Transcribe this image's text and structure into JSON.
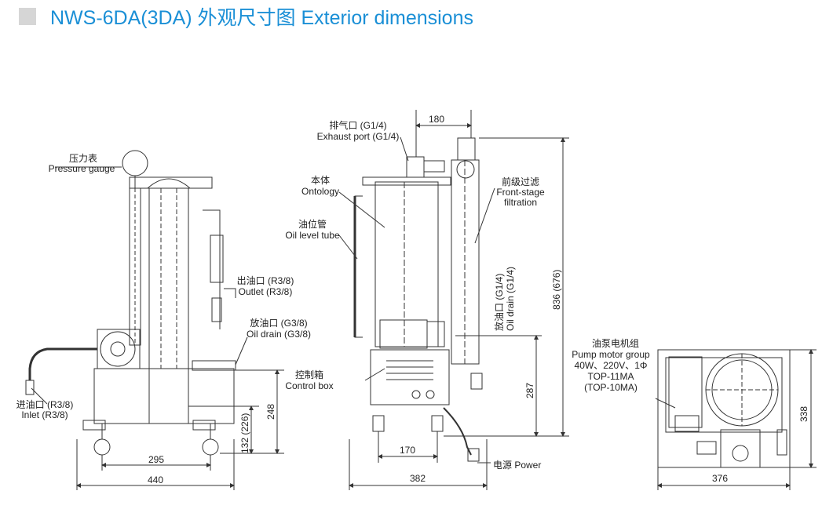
{
  "header": {
    "title": "NWS-6DA(3DA) 外观尺寸图 Exterior dimensions"
  },
  "labels": {
    "pressure_gauge_cn": "压力表",
    "pressure_gauge_en": "Pressure gauge",
    "outlet_cn": "出油口 (R3/8)",
    "outlet_en": "Outlet (R3/8)",
    "oil_drain_cn": "放油口 (G3/8)",
    "oil_drain_en": "Oil drain (G3/8)",
    "inlet_cn": "进油口 (R3/8)",
    "inlet_en": "Inlet (R3/8)",
    "exhaust_cn": "排气口 (G1/4)",
    "exhaust_en": "Exhaust port (G1/4)",
    "ontology_cn": "本体",
    "ontology_en": "Ontology",
    "oil_level_cn": "油位管",
    "oil_level_en": "Oil level tube",
    "control_box_cn": "控制箱",
    "control_box_en": "Control box",
    "front_stage_cn": "前级过滤",
    "front_stage_en1": "Front-stage",
    "front_stage_en2": "filtration",
    "drain_g14_cn": "放油口 (G1/4)",
    "drain_g14_en": "Oil drain (G1/4)",
    "power": "电源 Power",
    "pump_cn": "油泵电机组",
    "pump_en": "Pump motor group",
    "pump_spec": "40W、220V、1Φ",
    "pump_model1": "TOP-11MA",
    "pump_model2": "(TOP-10MA)"
  },
  "dimensions": {
    "d295": "295",
    "d440": "440",
    "d132": "132 (226)",
    "d248": "248",
    "d180": "180",
    "d836": "836 (676)",
    "d287": "287",
    "d170": "170",
    "d382": "382",
    "d338": "338",
    "d376": "376"
  }
}
